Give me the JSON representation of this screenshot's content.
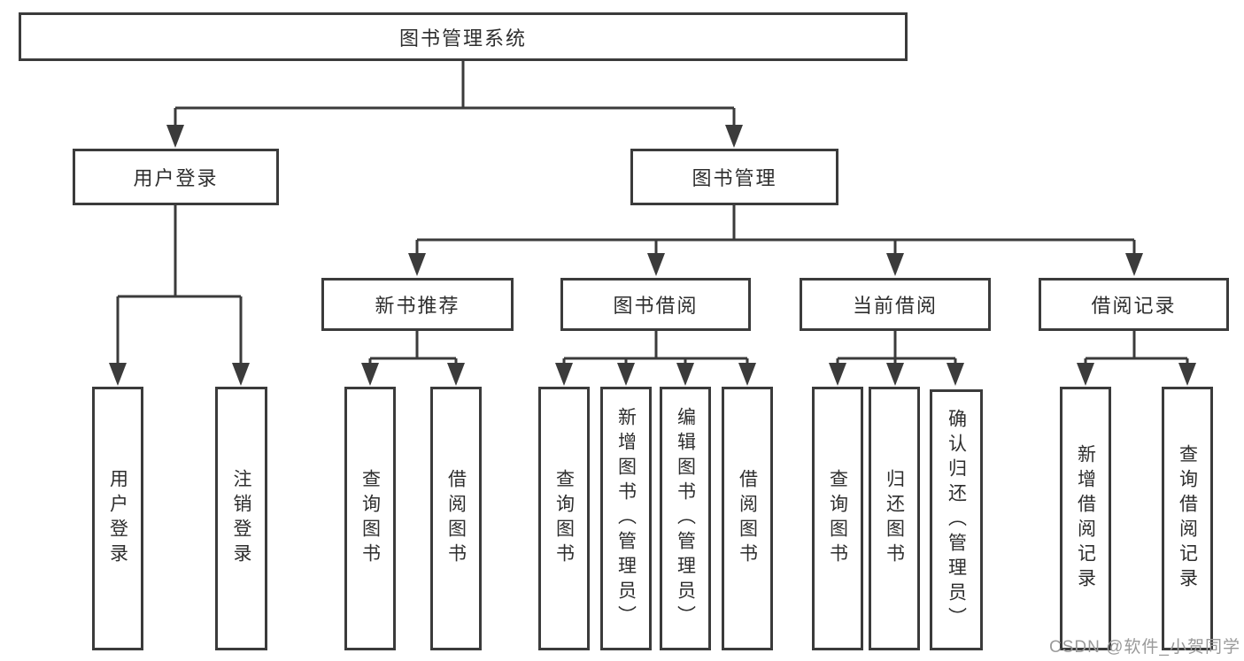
{
  "diagram": {
    "type": "tree",
    "root": {
      "label": "图书管理系统"
    },
    "children": [
      {
        "label": "用户登录",
        "children": [
          {
            "label": "用户登录"
          },
          {
            "label": "注销登录"
          }
        ]
      },
      {
        "label": "图书管理",
        "children": [
          {
            "label": "新书推荐",
            "children": [
              {
                "label": "查询图书"
              },
              {
                "label": "借阅图书"
              }
            ]
          },
          {
            "label": "图书借阅",
            "children": [
              {
                "label": "查询图书"
              },
              {
                "label": "新增图书（管理员）"
              },
              {
                "label": "编辑图书（管理员）"
              },
              {
                "label": "借阅图书"
              }
            ]
          },
          {
            "label": "当前借阅",
            "children": [
              {
                "label": "查询图书"
              },
              {
                "label": "归还图书"
              },
              {
                "label": "确认归还（管理员）"
              }
            ]
          },
          {
            "label": "借阅记录",
            "children": [
              {
                "label": "新增借阅记录"
              },
              {
                "label": "查询借阅记录"
              }
            ]
          }
        ]
      }
    ],
    "colors": {
      "line": "#3b3b3b",
      "text": "#2e2e2e",
      "background": "#ffffff",
      "watermark": "#9a9a9a"
    }
  },
  "watermark": "CSDN @软件_小贺同学"
}
